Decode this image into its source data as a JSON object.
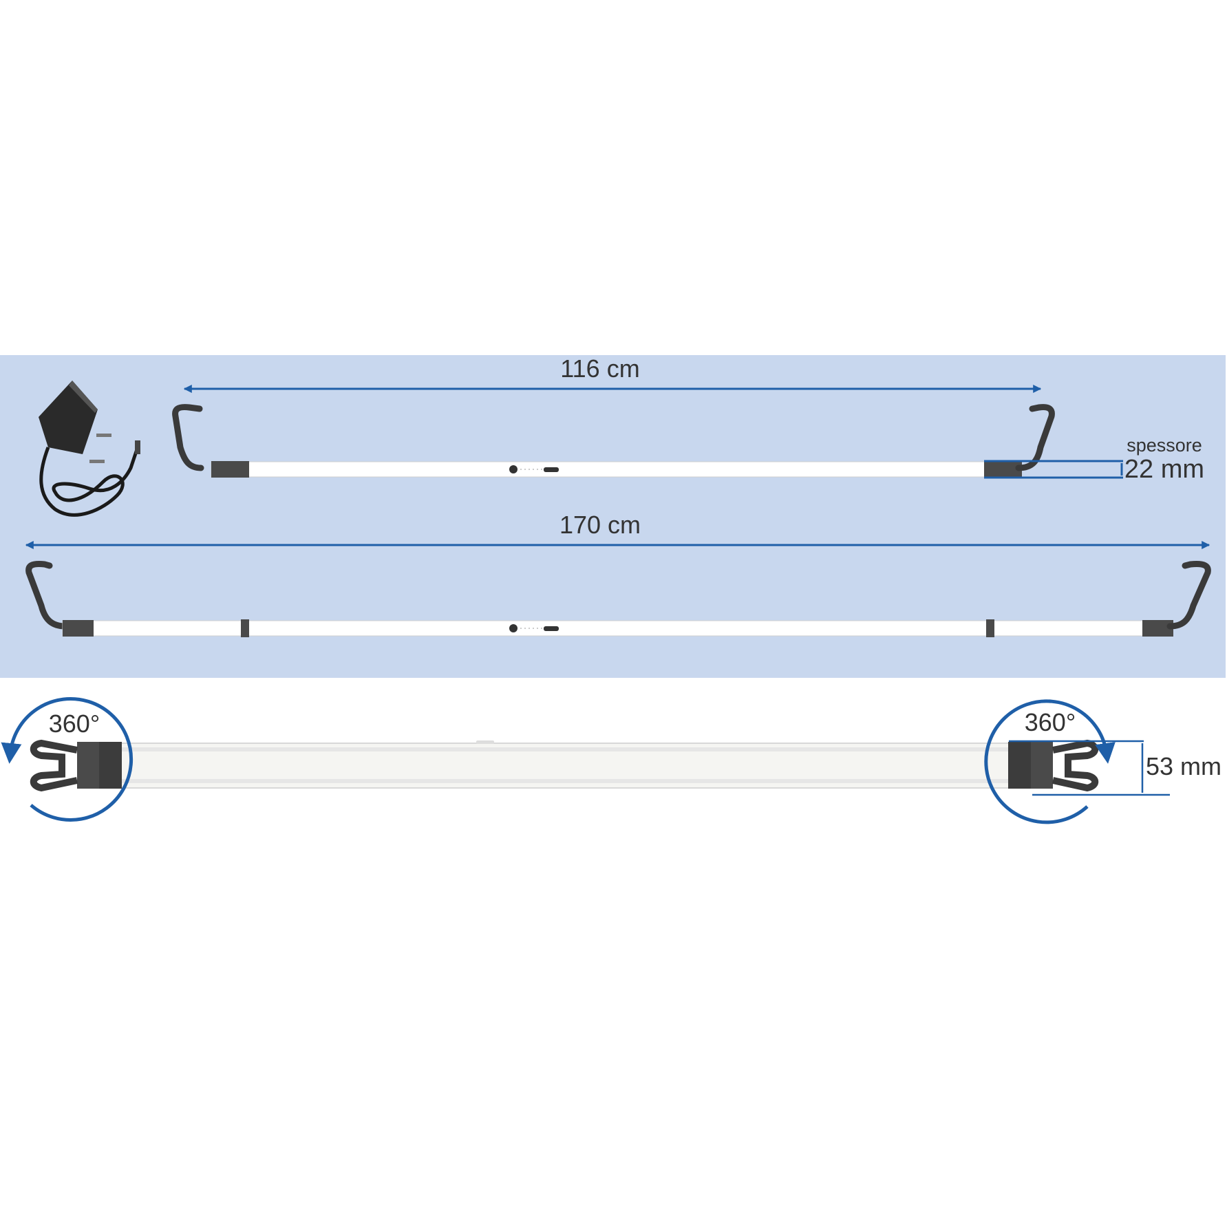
{
  "colors": {
    "panel": "#c8d7ee",
    "dimension_line": "#1f5fa8",
    "bar_body": "#ffffff",
    "end_cap": "#4a4a4a"
  },
  "short_bar": {
    "length_label": "116 cm"
  },
  "long_bar": {
    "length_label": "170 cm"
  },
  "thickness": {
    "caption": "spessore",
    "value_label": "22 mm"
  },
  "rotation": {
    "left_label": "360°",
    "right_label": "360°"
  },
  "height": {
    "value_label": "53 mm"
  },
  "icons": [
    "power-adapter-icon",
    "rotation-arrow-icon"
  ]
}
